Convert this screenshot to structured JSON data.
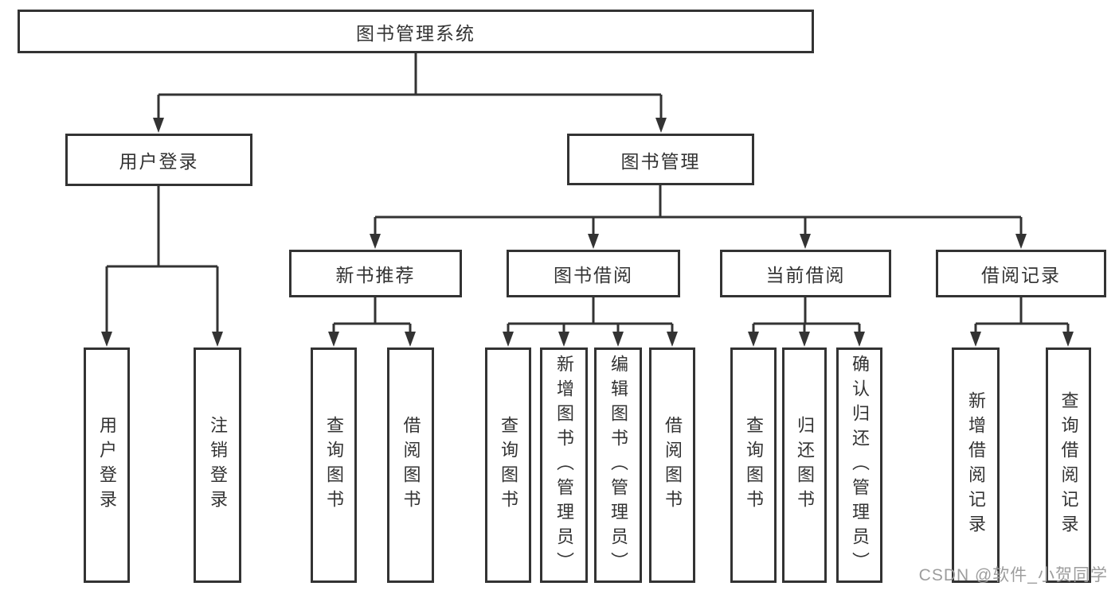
{
  "diagram_title": "图书管理系统",
  "tree": {
    "label": "图书管理系统",
    "children": [
      {
        "label": "用户登录",
        "children": [
          {
            "label": "用户登录"
          },
          {
            "label": "注销登录"
          }
        ]
      },
      {
        "label": "图书管理",
        "children": [
          {
            "label": "新书推荐",
            "children": [
              {
                "label": "查询图书"
              },
              {
                "label": "借阅图书"
              }
            ]
          },
          {
            "label": "图书借阅",
            "children": [
              {
                "label": "查询图书"
              },
              {
                "label": "新增图书（管理员）"
              },
              {
                "label": "编辑图书（管理员）"
              },
              {
                "label": "借阅图书"
              }
            ]
          },
          {
            "label": "当前借阅",
            "children": [
              {
                "label": "查询图书"
              },
              {
                "label": "归还图书"
              },
              {
                "label": "确认归还（管理员）"
              }
            ]
          },
          {
            "label": "借阅记录",
            "children": [
              {
                "label": "新增借阅记录"
              },
              {
                "label": "查询借阅记录"
              }
            ]
          }
        ]
      }
    ]
  },
  "watermark": {
    "text": "CSDN @软件_小贺同学"
  },
  "colors": {
    "line": "#333333",
    "text": "#333333",
    "watermark": "#9d9d9d",
    "background": "#ffffff"
  }
}
